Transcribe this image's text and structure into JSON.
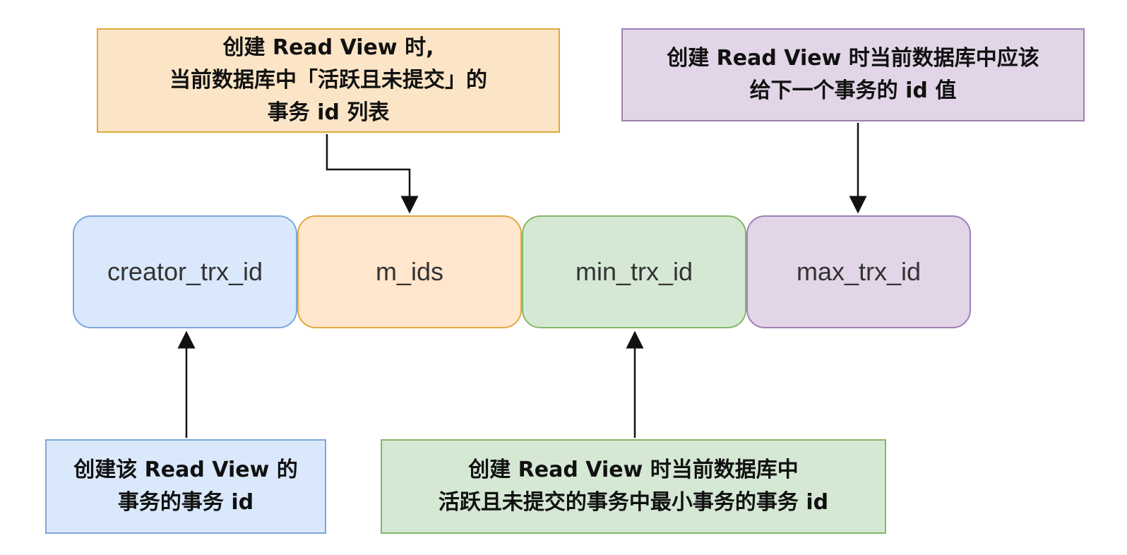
{
  "colors": {
    "blue_fill": "#dae8fc",
    "blue_stroke": "#7ea6d8",
    "orange_fill": "#ffe6cc",
    "orange_stroke": "#e3a642",
    "green_fill": "#d5e8d4",
    "green_stroke": "#86b86a",
    "purple_fill": "#e1d5e7",
    "purple_stroke": "#9f7fb3",
    "note_orange_fill": "#fce5c6",
    "note_orange_stroke": "#e0a93b",
    "arrow": "#111111"
  },
  "fields": {
    "creator_trx_id": "creator_trx_id",
    "m_ids": "m_ids",
    "min_trx_id": "min_trx_id",
    "max_trx_id": "max_trx_id"
  },
  "notes": {
    "m_ids": {
      "lines": [
        "创建 Read View 时,",
        "当前数据库中「活跃且未提交」的",
        "事务 id 列表"
      ]
    },
    "max_trx_id": {
      "lines": [
        "创建 Read View 时当前数据库中应该",
        "给下一个事务的 id 值"
      ]
    },
    "creator_trx_id": {
      "lines": [
        "创建该 Read View 的",
        "事务的事务 id"
      ]
    },
    "min_trx_id": {
      "lines": [
        "创建 Read View 时当前数据库中",
        "活跃且未提交的事务中最小事务的事务 id"
      ]
    }
  }
}
